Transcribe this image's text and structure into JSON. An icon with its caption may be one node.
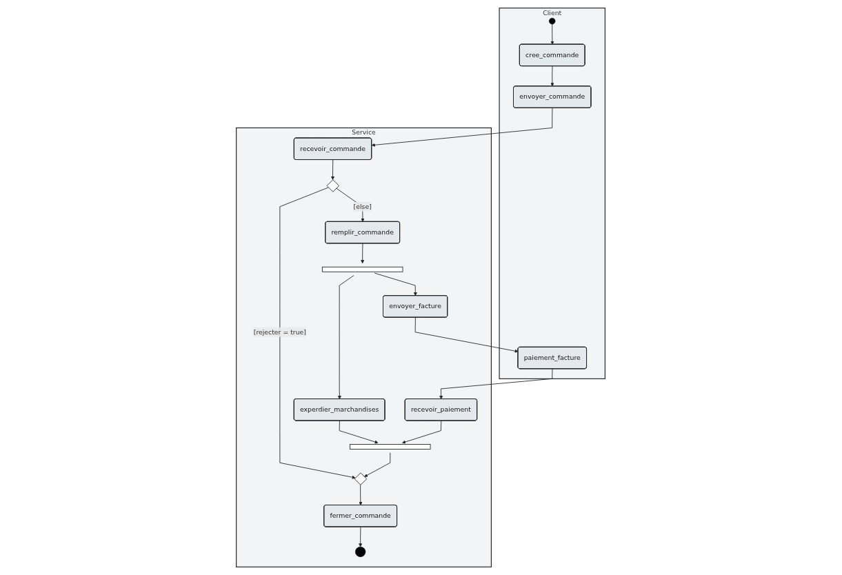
{
  "diagram": {
    "nodes": [
      {
        "text": [
          "Service"
        ]
      },
      {
        "text": [
          "recevoir_commande"
        ],
        "in": 0
      },
      {
        "text": [],
        "shape": "diamond",
        "in": 0
      },
      {
        "text": [
          "remplir_commande"
        ],
        "in": 0
      },
      {
        "text": [],
        "shape": "bar",
        "in": 0
      },
      {
        "text": [
          "experdier_marchandises"
        ],
        "in": 0
      },
      {
        "text": [
          "envoyer_facture"
        ],
        "in": 0
      },
      {
        "text": [
          "recevoir_paiement"
        ],
        "in": 0
      },
      {
        "text": [],
        "shape": "bar",
        "in": 0
      },
      {
        "text": [],
        "shape": "diamond",
        "in": 0
      },
      {
        "text": [
          "fermer_commande"
        ],
        "in": 0
      },
      {
        "text": [],
        "shape": "circle",
        "in": 0
      },
      {
        "text": [
          "Client"
        ]
      },
      {
        "text": [],
        "shape": "circle",
        "in": 12
      },
      {
        "text": [
          "cree_commande"
        ],
        "in": 12
      },
      {
        "text": [
          "envoyer_commande"
        ],
        "in": 12
      },
      {
        "text": [
          "paiement_facture"
        ],
        "in": 12
      }
    ],
    "edges": [
      {
        "from": 13,
        "to": 14,
        "arrow": "to"
      },
      {
        "from": 14,
        "to": 15,
        "arrow": "to"
      },
      {
        "from": 15,
        "to": 1,
        "arrow": "to"
      },
      {
        "from": 1,
        "to": 2,
        "arrow": "to"
      },
      {
        "from": 2,
        "to": 3,
        "label": "[else]",
        "arrow": "to"
      },
      {
        "from": 2,
        "to": 9,
        "label": "[rejecter = true]",
        "arrow": "to"
      },
      {
        "from": 3,
        "to": 4,
        "arrow": "to"
      },
      {
        "from": 4,
        "to": 5,
        "arrow": "to"
      },
      {
        "from": 4,
        "to": 6,
        "arrow": "to"
      },
      {
        "from": 6,
        "to": 16,
        "arrow": "to"
      },
      {
        "from": 16,
        "to": 7,
        "arrow": "to"
      },
      {
        "from": 5,
        "to": 8,
        "arrow": "to"
      },
      {
        "from": 7,
        "to": 8,
        "arrow": "to"
      },
      {
        "from": 8,
        "to": 9,
        "arrow": "to"
      },
      {
        "from": 9,
        "to": 10,
        "arrow": "to"
      },
      {
        "from": 10,
        "to": 11,
        "arrow": "to"
      }
    ]
  }
}
